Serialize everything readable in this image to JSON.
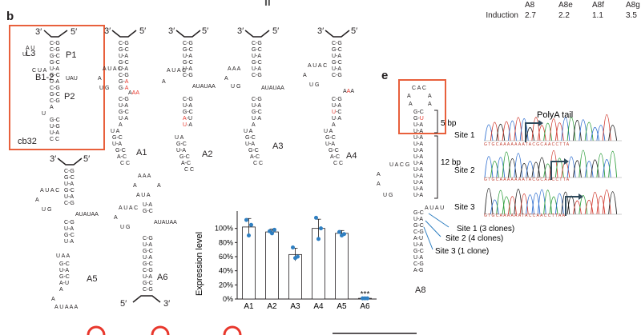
{
  "header": {
    "top_mark": "II",
    "induction_table": {
      "columns": [
        "A8",
        "A8e",
        "A8f",
        "A8g"
      ],
      "row_label": "Induction",
      "values": [
        "2.7",
        "2.2",
        "1.1",
        "3.5"
      ]
    }
  },
  "panel_b": {
    "letter": "b",
    "structures": [
      {
        "label": "cb32",
        "ends": [
          "3′",
          "5′"
        ],
        "loop_labels": [
          "L3",
          "B1-2",
          "P1",
          "P2"
        ]
      },
      {
        "label": "A1",
        "ends": [
          "3′",
          "5′"
        ]
      },
      {
        "label": "A2",
        "ends": [
          "3′",
          "5′"
        ]
      },
      {
        "label": "A3",
        "ends": [
          "3′",
          "5′"
        ]
      },
      {
        "label": "A4",
        "ends": [
          "3′",
          "5′"
        ]
      },
      {
        "label": "A5",
        "ends": [
          "3′",
          "5′"
        ]
      },
      {
        "label": "A6",
        "ends": [
          "5′",
          "3′"
        ]
      }
    ],
    "accent_color": "#e8372c",
    "box_color": "#e8603c"
  },
  "chart_data": {
    "type": "bar",
    "categories": [
      "A1",
      "A2",
      "A3",
      "A4",
      "A5",
      "A6"
    ],
    "values": [
      102,
      95,
      63,
      100,
      93,
      1
    ],
    "errors": [
      12,
      4,
      9,
      13,
      4,
      1
    ],
    "points": [
      [
        112,
        90,
        105
      ],
      [
        96,
        93,
        98
      ],
      [
        73,
        58,
        60
      ],
      [
        115,
        85,
        100
      ],
      [
        95,
        90,
        92
      ],
      [
        1,
        1,
        1
      ]
    ],
    "ylabel": "Expression level",
    "ylim": [
      0,
      120
    ],
    "yticks": [
      "0%",
      "20%",
      "40%",
      "60%",
      "80%",
      "100%"
    ],
    "annotation": "***",
    "bar_color": "#ffffff",
    "point_color": "#2f7fc1"
  },
  "panel_e": {
    "letter": "e",
    "structure_label": "A8",
    "bp_labels": [
      "5 bp",
      "12 bp"
    ],
    "site_labels": [
      "Site 1 (3 clones)",
      "Site 2 (4 clones)",
      "Site 3 (1 clone)"
    ],
    "trace_labels": [
      "Site 1",
      "Site 2",
      "Site 3"
    ],
    "polya_label": "PolyA tail",
    "trace_seq_1": "GTGCAAAAAAATACGCAACCTTA",
    "trace_seq_2": "GTGCAAAAAAATACGCAACCTTA",
    "trace_seq_3": "GTGCAAAAAATACCAACCTTAA"
  }
}
